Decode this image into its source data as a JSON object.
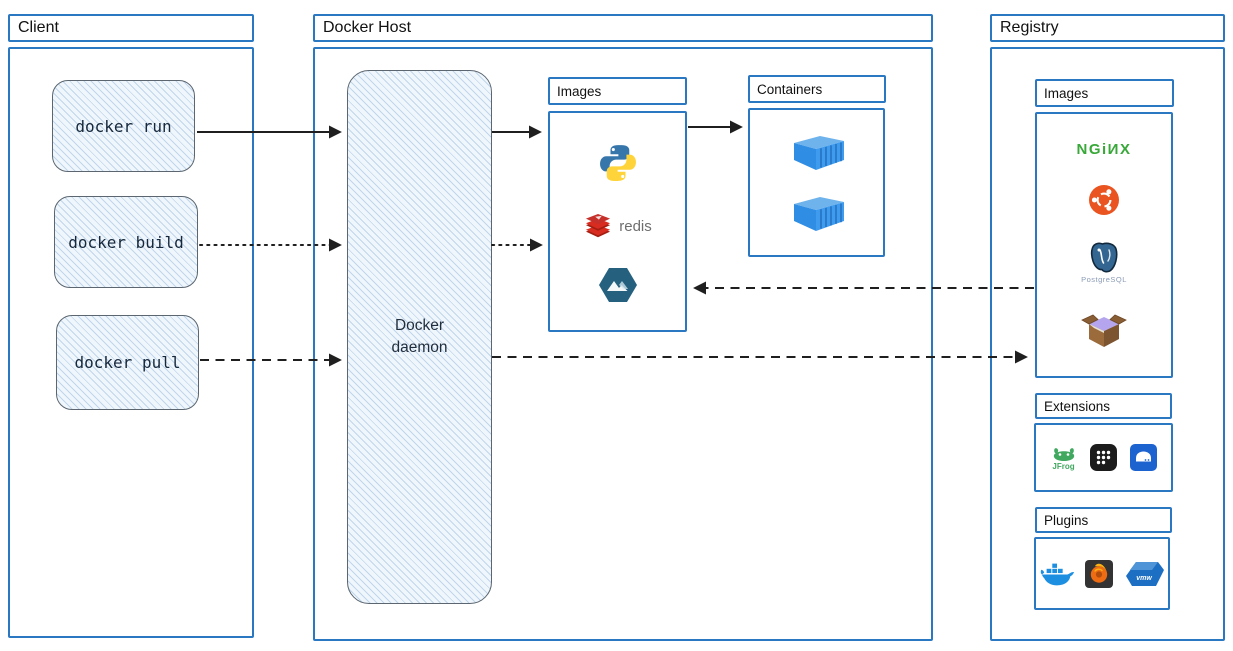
{
  "sections": {
    "client": {
      "title": "Client",
      "commands": [
        {
          "label": "docker run",
          "arrow_style": "solid"
        },
        {
          "label": "docker build",
          "arrow_style": "dotted"
        },
        {
          "label": "docker pull",
          "arrow_style": "dashed"
        }
      ]
    },
    "docker_host": {
      "title": "Docker Host",
      "daemon_label": "Docker daemon",
      "images_panel": {
        "title": "Images",
        "icons": [
          "python-icon",
          "redis-icon",
          "alpine-icon"
        ],
        "redis_label": "redis"
      },
      "containers_panel": {
        "title": "Containers",
        "icons": [
          "container-icon",
          "container-icon"
        ]
      }
    },
    "registry": {
      "title": "Registry",
      "images_panel": {
        "title": "Images",
        "icons": [
          "nginx-icon",
          "ubuntu-icon",
          "postgresql-icon",
          "busybox-icon"
        ],
        "nginx_label": "NGiИX",
        "postgresql_label": "PostgreSQL"
      },
      "extensions_panel": {
        "title": "Extensions",
        "icons": [
          "jfrog-icon",
          "grid-icon",
          "drive-icon"
        ],
        "jfrog_label": "JFrog"
      },
      "plugins_panel": {
        "title": "Plugins",
        "icons": [
          "docker-whale-icon",
          "grafana-icon",
          "vmware-icon"
        ],
        "vmware_label": "vmw"
      }
    }
  },
  "edges": [
    {
      "from": "docker run",
      "to": "Docker daemon",
      "style": "solid"
    },
    {
      "from": "Docker daemon",
      "to": "Images",
      "style": "solid"
    },
    {
      "from": "Images",
      "to": "Containers",
      "style": "solid"
    },
    {
      "from": "docker build",
      "to": "Docker daemon",
      "style": "dotted"
    },
    {
      "from": "Docker daemon",
      "to": "Images",
      "style": "dotted"
    },
    {
      "from": "docker pull",
      "to": "Docker daemon",
      "style": "dashed"
    },
    {
      "from": "Docker daemon",
      "to": "Registry Images",
      "style": "dashed"
    },
    {
      "from": "Registry Images",
      "to": "Docker Host Images",
      "style": "dashed"
    }
  ],
  "colors": {
    "frame_blue": "#2b78c2",
    "sketch_border": "#5b6670",
    "arrow_black": "#1f1f1f",
    "nginx_green": "#38a838",
    "redis_red": "#c6302b",
    "ubuntu_orange": "#e95420",
    "python_blue": "#3776ab",
    "python_yellow": "#ffd43b",
    "alpine_blue": "#25617f",
    "container_blue": "#2f8de4",
    "grafana_orange": "#ef6c13",
    "vmware_blue": "#1d6fc4"
  }
}
